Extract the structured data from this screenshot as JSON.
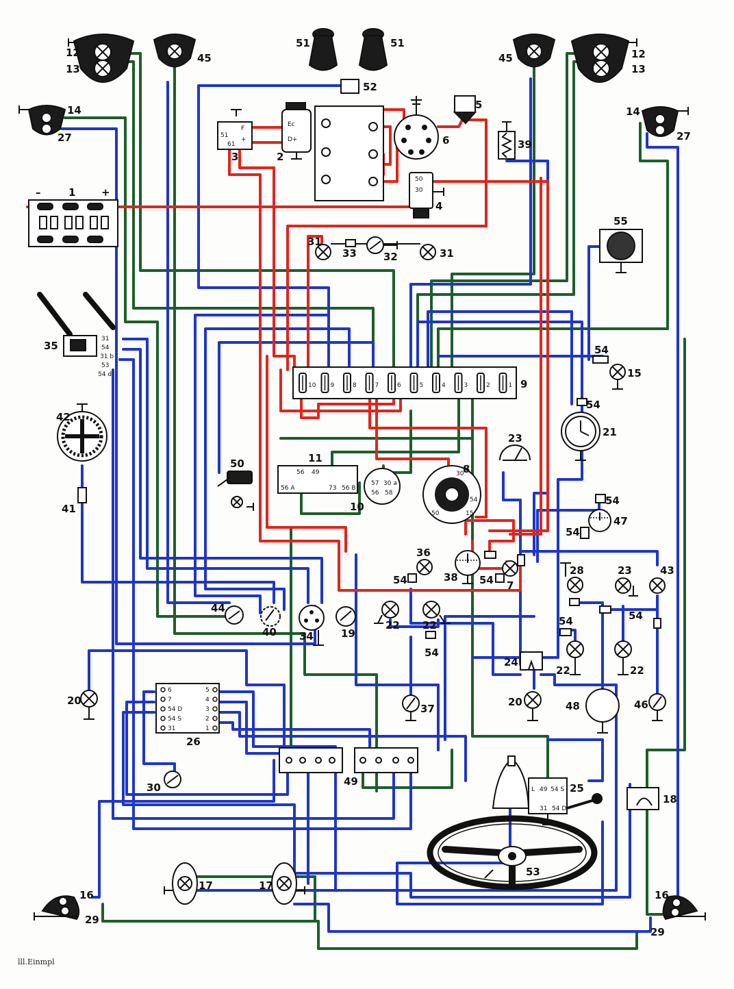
{
  "colors": {
    "red_wire": "#e0261c",
    "blue_wire": "#1f36c9",
    "green_wire": "#1d5e2a",
    "ink": "#111111"
  },
  "battery": {
    "label": "1",
    "minus": "–",
    "plus": "+"
  },
  "labels": {
    "c2": "2",
    "c3": "3",
    "c4": "4",
    "c5": "5",
    "c6": "6",
    "c7": "7",
    "c8": "8",
    "c9": "9",
    "c10": "10",
    "c11": "11",
    "c12": "12",
    "c13": "13",
    "c14": "14",
    "c15": "15",
    "c16": "16",
    "c17": "17",
    "c18": "18",
    "c19": "19",
    "c20": "20",
    "c21": "21",
    "c22": "22",
    "c23": "23",
    "c24": "24",
    "c25": "25",
    "c26": "26",
    "c27": "27",
    "c28": "28",
    "c29": "29",
    "c30": "30",
    "c31": "31",
    "c32": "32",
    "c33": "33",
    "c34": "34",
    "c35": "35",
    "c36": "36",
    "c37": "37",
    "c38": "38",
    "c39": "39",
    "c40": "40",
    "c41": "41",
    "c42": "42",
    "c43": "43",
    "c44": "44",
    "c45": "45",
    "c46": "46",
    "c47": "47",
    "c48": "48",
    "c49": "49",
    "c50": "50",
    "c51": "51",
    "c52": "52",
    "c53": "53",
    "c54": "54",
    "c55": "55"
  },
  "regulator_terms": {
    "f": "F",
    "plus": "+",
    "t51": "51",
    "t61": "61"
  },
  "dynamo_terms": {
    "ec": "Ec",
    "dplus": "D+"
  },
  "starter_terms": {
    "t50": "50",
    "t30": "30"
  },
  "wiper_terms": {
    "t31": "31",
    "t54": "54",
    "t31b": "31 b",
    "t53": "53",
    "t54d": "54 d"
  },
  "fuse_numbers": [
    "10",
    "9",
    "8",
    "7",
    "6",
    "5",
    "4",
    "3",
    "2",
    "1"
  ],
  "relay11_terms": {
    "t56": "56",
    "t49": "49",
    "t56a": "56 A",
    "t73": "73",
    "t56b": "56 B"
  },
  "switch10_terms": {
    "t57": "57",
    "t30a": "30 a",
    "t56": "56",
    "t58": "58"
  },
  "ignition8_terms": {
    "t30": "30",
    "t54": "54",
    "t15": "15",
    "t50": "50"
  },
  "box26_left": [
    "6",
    "7",
    "54 D",
    "54 S",
    "31"
  ],
  "box26_right": [
    "5",
    "4",
    "3",
    "2",
    "1"
  ],
  "switch25_terms": {
    "l": "L",
    "t49": "49",
    "t54s": "54 S",
    "t31": "31",
    "t54d": "54 D"
  },
  "credit": "lll.Einmpl"
}
